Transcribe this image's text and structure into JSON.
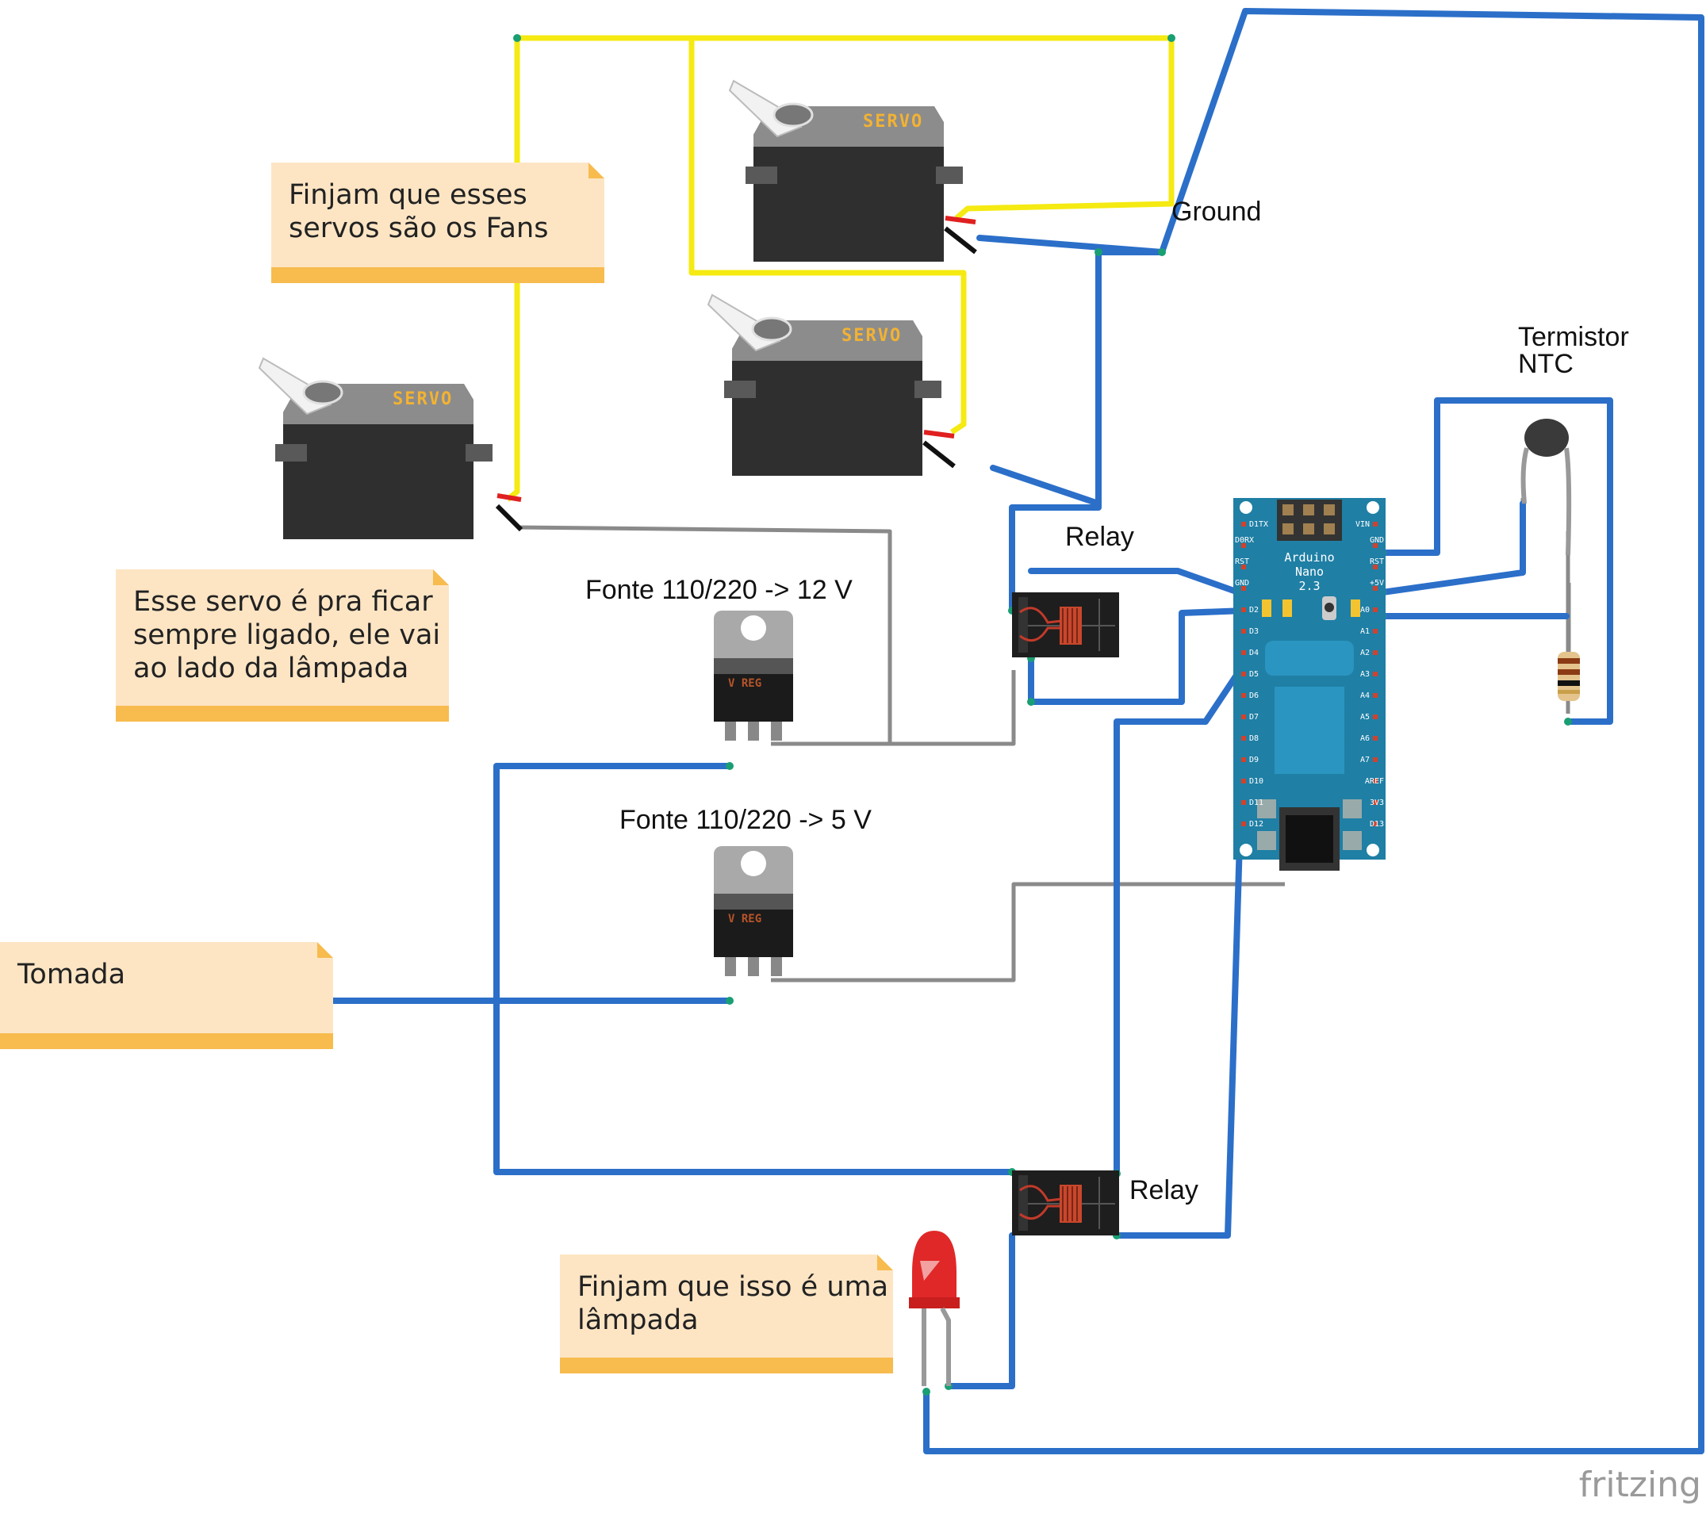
{
  "notes": {
    "fans": "Finjam que esses\nservos são os Fans",
    "servo_always_on": "Esse servo é pra ficar\nsempre ligado, ele vai\nao lado da lâmpada",
    "tomada": "Tomada",
    "lamp": "Finjam que isso é uma\nlâmpada"
  },
  "labels": {
    "ground": "Ground",
    "relay_top": "Relay",
    "relay_bottom": "Relay",
    "psu_12v": "Fonte 110/220 -> 12 V",
    "psu_5v": "Fonte 110/220 -> 5 V",
    "thermistor": "Termistor\nNTC"
  },
  "components": {
    "servo_text": "SERVO",
    "vreg_text": "V REG",
    "arduino_name": "Arduino",
    "arduino_model": "Nano",
    "arduino_version": "2.3",
    "arduino_pins_left": [
      "D1TX",
      "D0RX",
      "RST",
      "GND",
      "D2",
      "D3",
      "D4",
      "D5",
      "D6",
      "D7",
      "D8",
      "D9",
      "D10",
      "D11",
      "D12"
    ],
    "arduino_pins_right": [
      "VIN",
      "GND",
      "RST",
      "+5V",
      "A0",
      "A1",
      "A2",
      "A3",
      "A4",
      "A5",
      "A6",
      "A7",
      "AREF",
      "3V3",
      "D13"
    ]
  },
  "brand": "fritzing",
  "colors": {
    "wire_blue": "#2b6fc9",
    "wire_yellow": "#f5ea12",
    "wire_gray": "#8a8a8a",
    "note_fill": "#fde5c4",
    "note_bar": "#f7bb4e",
    "arduino_teal": "#1f7fa5"
  }
}
